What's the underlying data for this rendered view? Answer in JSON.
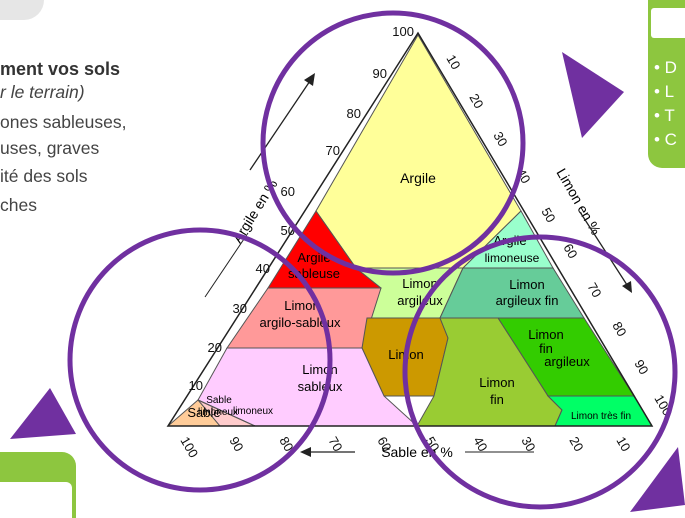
{
  "left_panel": {
    "heading": "ment vos sols",
    "subheading": "r le terrain)",
    "lines": [
      "ones sableuses,",
      "uses, graves",
      "ité des sols",
      "ches"
    ]
  },
  "right_card": {
    "items": [
      "• D",
      "• L",
      "• T",
      "• C"
    ]
  },
  "diagram": {
    "title_axis_clay": "Argile en %",
    "title_axis_silt": "Limon en %",
    "title_axis_sand": "Sable en %",
    "clay_ticks": [
      "100",
      "90",
      "80",
      "70",
      "60",
      "50",
      "40",
      "30",
      "20",
      "10"
    ],
    "silt_ticks": [
      "10",
      "20",
      "30",
      "40",
      "50",
      "60",
      "70",
      "80",
      "90",
      "100"
    ],
    "sand_ticks": [
      "100",
      "90",
      "80",
      "70",
      "60",
      "50",
      "40",
      "30",
      "20",
      "10"
    ],
    "zones": {
      "argile": "Argile",
      "argile_sableuse": [
        "Argile",
        "sableuse"
      ],
      "argile_limoneuse": [
        "Argile",
        "limoneuse"
      ],
      "limon_argileux": [
        "Limon",
        "argileux"
      ],
      "limon_argileux_fin": [
        "Limon",
        "argileux fin"
      ],
      "limon_argilo_sableux": [
        "Limon",
        "argilo-sableux"
      ],
      "limon": "Limon",
      "limon_fin_argileux": [
        "Limon",
        "fin",
        "argileux"
      ],
      "limon_sableux": [
        "Limon",
        "sableux"
      ],
      "limon_fin": [
        "Limon",
        "fin"
      ],
      "sable_limoneux": [
        "Sable",
        "limoneux"
      ],
      "sable": "Sable",
      "limon_tres_fin": "Limon très fin"
    },
    "colors": {
      "argile": "#ffff99",
      "argile_sableuse": "#ff0000",
      "argile_limoneuse": "#99ffcc",
      "limon_argileux": "#ccff99",
      "limon_argileux_fin": "#66cc99",
      "limon_argilo_sableux": "#ff9999",
      "limon": "#cc9900",
      "limon_fin_argileux": "#33cc00",
      "limon_sableux": "#ffccff",
      "limon_fin": "#99cc33",
      "sable_limoneux": "#ffcccc",
      "sable": "#ffcc99",
      "limon_tres_fin": "#00ff66",
      "circles": "#7030a0",
      "card_green": "#8dc63f"
    }
  }
}
